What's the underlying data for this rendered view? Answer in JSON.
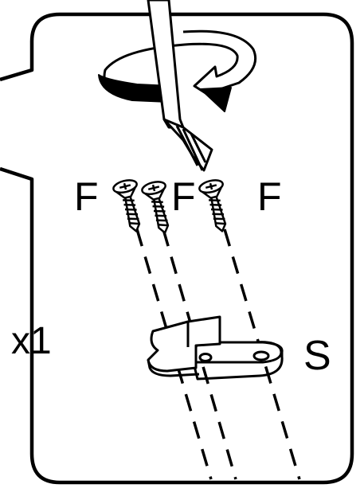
{
  "labels": {
    "screw_part": "F",
    "bracket_part": "S",
    "quantity": "x1"
  },
  "colors": {
    "ink": "#000000",
    "paper": "#ffffff"
  },
  "icons": {
    "tool": "screwdriver-icon",
    "rotation": "clockwise-rotation-arrow-icon",
    "fastener": "phillips-screw-icon",
    "part": "bracket-icon"
  }
}
